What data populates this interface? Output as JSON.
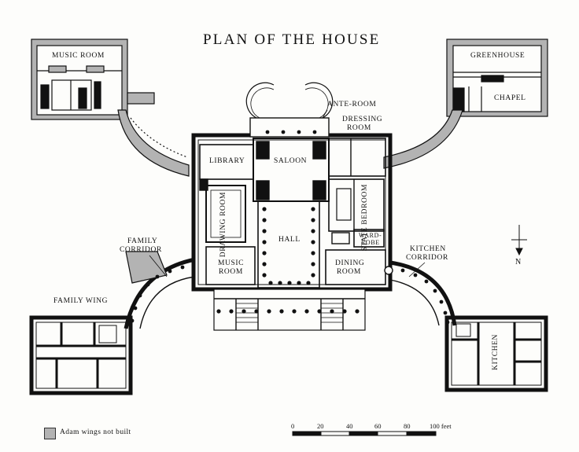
{
  "title": "PLAN OF THE HOUSE",
  "rooms": {
    "music_room_wing": "MUSIC ROOM",
    "greenhouse": "GREENHOUSE",
    "chapel": "CHAPEL",
    "ante_room": "ANTE-ROOM",
    "dressing_line1": "DRESSING",
    "dressing_line2": "ROOM",
    "library": "LIBRARY",
    "saloon": "SALOON",
    "drawing_room": "DRAWING ROOM",
    "hall": "HALL",
    "state_bedroom": "STATE BEDROOM",
    "wardrobe_line1": "WARD-",
    "wardrobe_line2": "ROBE",
    "music_room_line1": "MUSIC",
    "music_room_line2": "ROOM",
    "dining_line1": "DINING",
    "dining_line2": "ROOM",
    "family_corridor_line1": "FAMILY",
    "family_corridor_line2": "CORRIDOR",
    "kitchen_corridor_line1": "KITCHEN",
    "kitchen_corridor_line2": "CORRIDOR",
    "family_wing": "FAMILY WING",
    "kitchen": "KITCHEN"
  },
  "north_label": "N",
  "legend": {
    "text": "Adam wings not built",
    "swatch_color": "#b3b3b3"
  },
  "scale_bar": {
    "ticks": [
      "0",
      "20",
      "40",
      "60",
      "80",
      "100 feet"
    ]
  },
  "colors": {
    "wall": "#111111",
    "paper": "#fdfdfb",
    "unbuilt": "#b3b3b3"
  }
}
